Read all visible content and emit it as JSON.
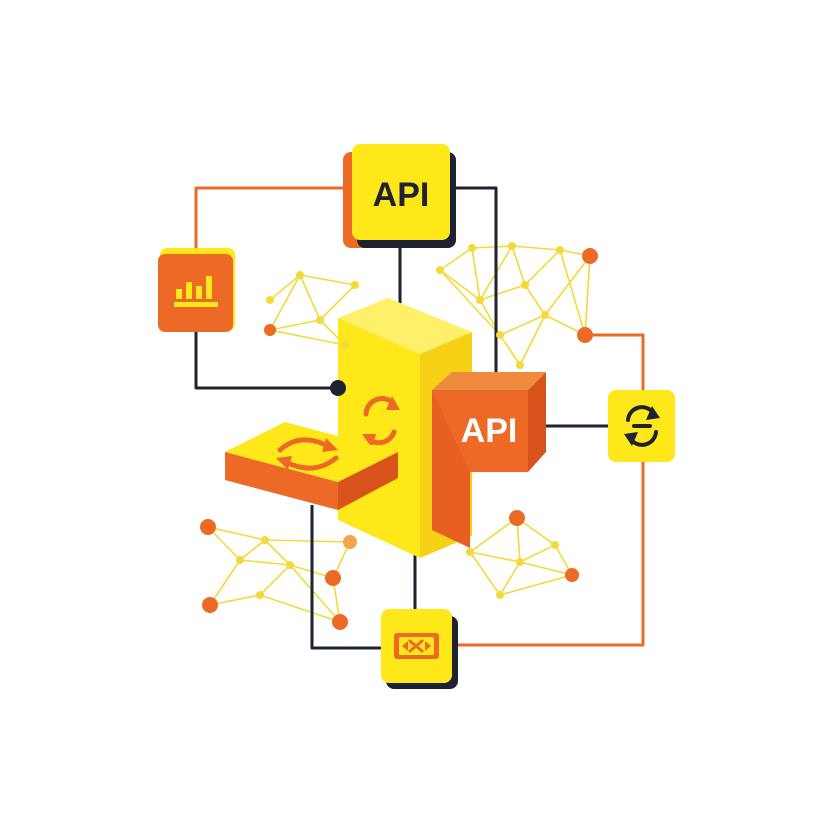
{
  "diagram": {
    "top_node_label": "API",
    "right_block_label": "API"
  },
  "icons": {
    "top": "api-card",
    "left": "bar-chart-icon",
    "right": "sync-icon",
    "bottom": "exchange-icon",
    "center": "refresh-icon"
  },
  "colors": {
    "yellow": "#ffe81a",
    "yellow_shade": "#f7d116",
    "orange": "#ec6a26",
    "orange_dark": "#d9541c",
    "navy": "#1e2233",
    "mesh": "#f4d93a"
  }
}
